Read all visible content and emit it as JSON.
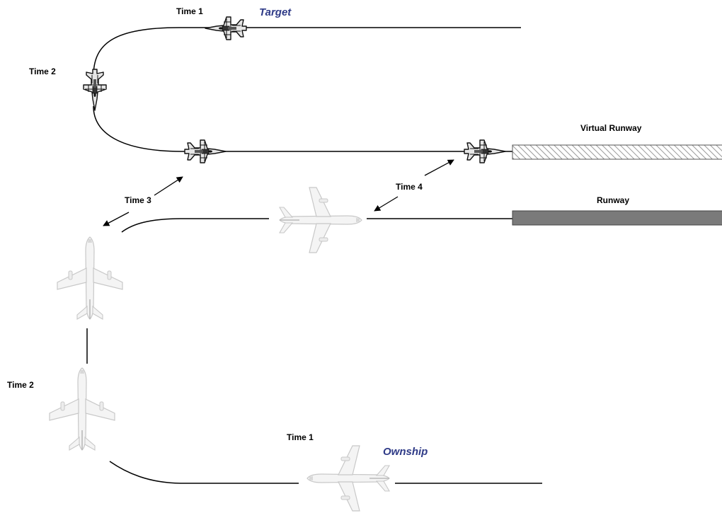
{
  "labels": {
    "target": "Target",
    "ownship": "Ownship",
    "virtual_runway": "Virtual Runway",
    "runway": "Runway",
    "target_time1": "Time 1",
    "target_time2": "Time 2",
    "time3": "Time 3",
    "time4": "Time 4",
    "ownship_time1": "Time 1",
    "ownship_time2": "Time 2"
  },
  "colors": {
    "accent_label": "#2e3a87",
    "runway_fill": "#7a7a7a",
    "virtual_runway_hatch": "#999999",
    "path_line": "#000000",
    "fighter_body": "#222222",
    "airliner_body": "#f2f2f2"
  },
  "icons": {
    "target_aircraft": "fighter-jet-icon",
    "ownship_aircraft": "airliner-icon"
  }
}
